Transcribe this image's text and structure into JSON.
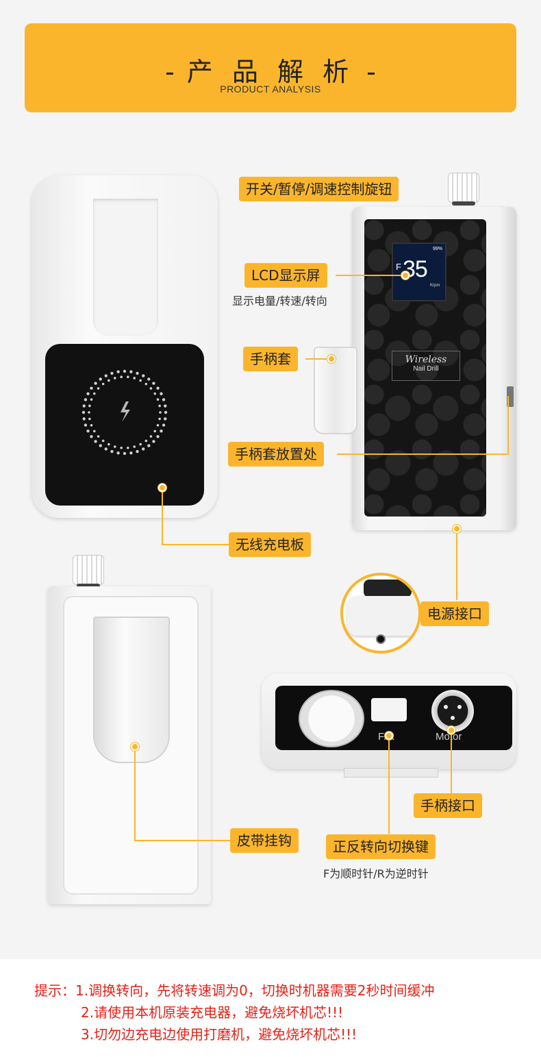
{
  "header": {
    "title": "产 品 解 析",
    "dash": "-",
    "subtitle": "PRODUCT ANALYSIS"
  },
  "labels": {
    "knob": "开关/暂停/调速控制旋钮",
    "lcd": "LCD显示屏",
    "lcd_desc": "显示电量/转速/转向",
    "cup": "手柄套",
    "cup_holder": "手柄套放置处",
    "wireless_pad": "无线充电板",
    "power_port": "电源接口",
    "belt_clip": "皮带挂钩",
    "handle_port": "手柄接口",
    "direction_key": "正反转向切换键",
    "direction_desc": "F为顺时针/R为逆时针"
  },
  "device": {
    "lcd_battery": "99%",
    "lcd_direction": "F",
    "lcd_speed": "35",
    "lcd_unit": "Krpm",
    "brand_line1": "Wireless",
    "brand_line2": "Nail Drill",
    "fr_label": "F/R",
    "motor_label": "Motor"
  },
  "notes": {
    "line1": "提示：1.调换转向，先将转速调为0，切换时机器需要2秒时间缓冲",
    "line2": "2.请使用本机原装充电器，避免烧坏机芯!!!",
    "line3": "3.切勿边充电边使用打磨机，避免烧坏机芯!!!"
  },
  "colors": {
    "accent": "#fbb52c",
    "note_text": "#e62117"
  }
}
